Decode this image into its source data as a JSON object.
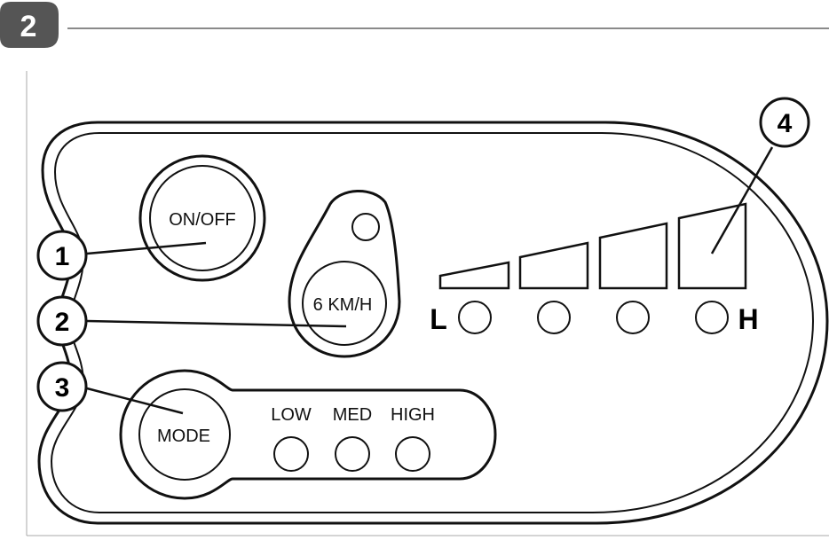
{
  "header": {
    "step_number": "2"
  },
  "panel": {
    "power_button_label": "ON/OFF",
    "walk_assist_button_label": "6 KM/H",
    "mode_button_label": "MODE",
    "mode_levels": [
      "LOW",
      "MED",
      "HIGH"
    ],
    "battery_low_label": "L",
    "battery_high_label": "H"
  },
  "callouts": [
    "1",
    "2",
    "3",
    "4"
  ]
}
